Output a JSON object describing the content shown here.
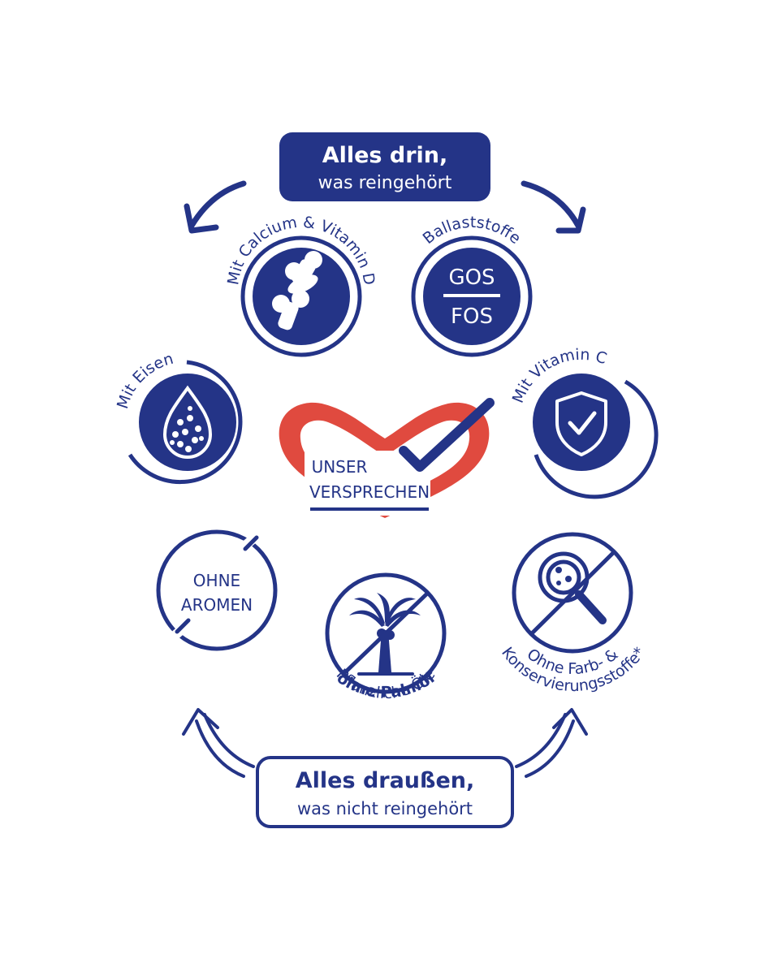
{
  "top_box": {
    "line1": "Alles drin,",
    "line2": "was reingehört"
  },
  "bottom_box": {
    "line1": "Alles draußen,",
    "line2": "was nicht reingehört"
  },
  "badges_in": {
    "calcium": "Mit Calcium & Vitamin D",
    "fiber": "Ballaststoffe",
    "fiber_top": "GOS",
    "fiber_bottom": "FOS",
    "iron": "Mit Eisen",
    "vitamin_c": "Mit Vitamin C"
  },
  "promise": {
    "line1": "UNSER",
    "line2": "VERSPRECHEN"
  },
  "badges_out": {
    "aromen_line1": "OHNE",
    "aromen_line2": "AROMEN",
    "palm_line1": "Pflanzliche Öle",
    "palm_line2": "ohne Palmöl",
    "color_line1": "Ohne Farb- &",
    "color_line2": "Konservierungsstoffe*"
  },
  "colors": {
    "navy": "#243487",
    "red": "#e04a3f",
    "white": "#ffffff"
  },
  "icons": [
    "bone-joint-icon",
    "droplet-iron-icon",
    "shield-check-icon",
    "heart-check-icon",
    "palm-tree-icon",
    "magnifier-icon",
    "arrow-icon"
  ]
}
